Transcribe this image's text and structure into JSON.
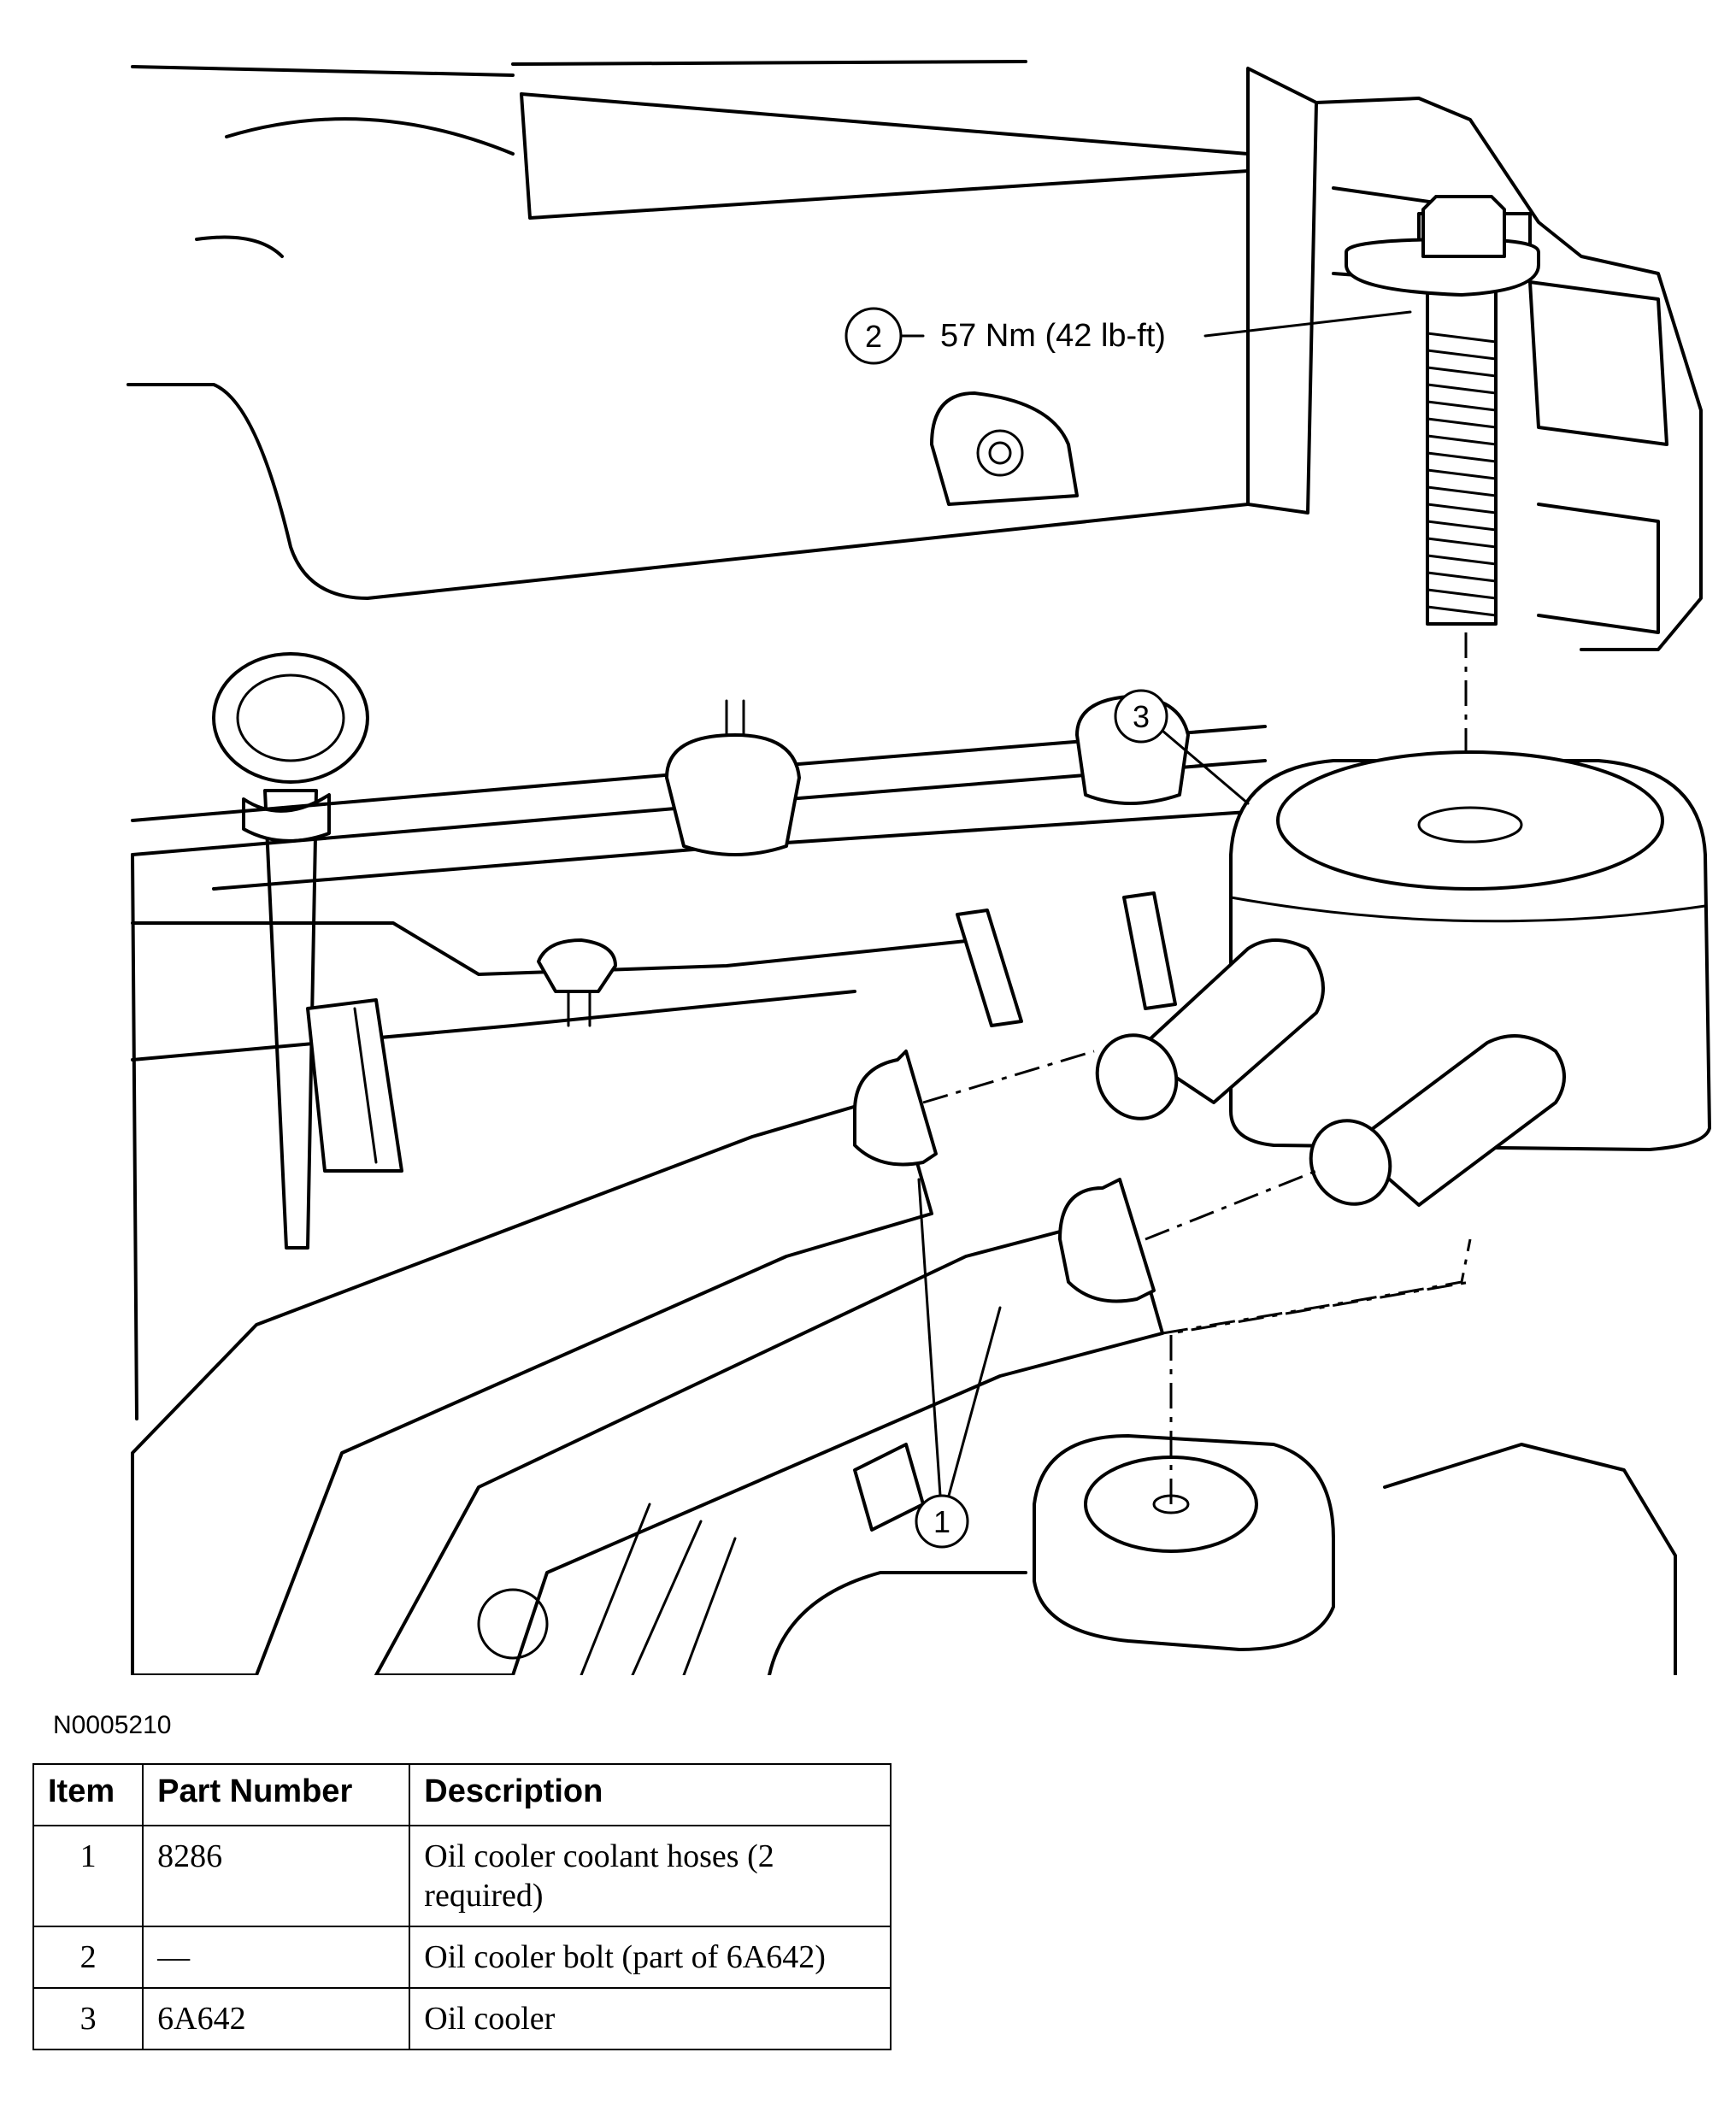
{
  "diagram": {
    "callouts": [
      {
        "label": "1",
        "name": "oil-cooler-coolant-hoses"
      },
      {
        "label": "2",
        "name": "oil-cooler-bolt",
        "annotation": "57 Nm (42 lb-ft)"
      },
      {
        "label": "3",
        "name": "oil-cooler"
      }
    ]
  },
  "figure_id": "N0005210",
  "table": {
    "headers": [
      "Item",
      "Part Number",
      "Description"
    ],
    "rows": [
      {
        "item": "1",
        "part_number": "8286",
        "description": "Oil cooler coolant hoses (2 required)"
      },
      {
        "item": "2",
        "part_number": "—",
        "description": "Oil cooler bolt (part of 6A642)"
      },
      {
        "item": "3",
        "part_number": "6A642",
        "description": "Oil cooler"
      }
    ]
  }
}
